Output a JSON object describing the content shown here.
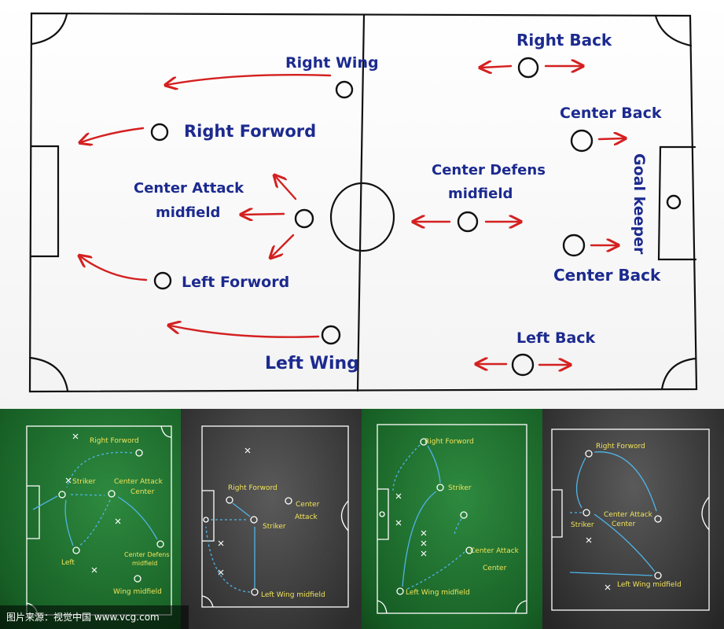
{
  "main_field": {
    "labels": {
      "right_wing": "Right Wing",
      "right_forward": "Right Forword",
      "center_attack_1": "Center Attack",
      "center_attack_2": "midfield",
      "left_forward": "Left Forword",
      "left_wing": "Left Wing",
      "right_back": "Right Back",
      "center_back_top": "Center Back",
      "center_defense_1": "Center Defens",
      "center_defense_2": "midfield",
      "goal_keeper": "Goal keeper",
      "center_back_bottom": "Center Back",
      "left_back": "Left Back"
    },
    "colors": {
      "text": "#1c2a8f",
      "arrow": "#d42020",
      "line": "#111111"
    }
  },
  "thumb1": {
    "right_forward": "Right Forword",
    "striker": "Striker",
    "center_attack": "Center Attack",
    "center": "Center",
    "left": "Left",
    "center_defense": "Center Defens",
    "midfield": "midfield",
    "wing_midfield": "Wing midfield"
  },
  "thumb2": {
    "right_forward": "Right Forword",
    "center": "Center",
    "attack": "Attack",
    "striker": "Striker",
    "left_wing_midfield": "Left Wing midfield"
  },
  "thumb3": {
    "right_forward": "Right Forword",
    "striker": "Striker",
    "center_attack": "Center Attack",
    "center": "Center",
    "left_wing_midfield": "Left Wing midfield"
  },
  "thumb4": {
    "right_forward": "Right Forword",
    "center_attack": "Center Attack",
    "center": "Center",
    "striker": "Striker",
    "left_wing_midfield": "Left Wing midfield"
  },
  "watermark": "图片来源：视觉中国 www.vcg.com"
}
